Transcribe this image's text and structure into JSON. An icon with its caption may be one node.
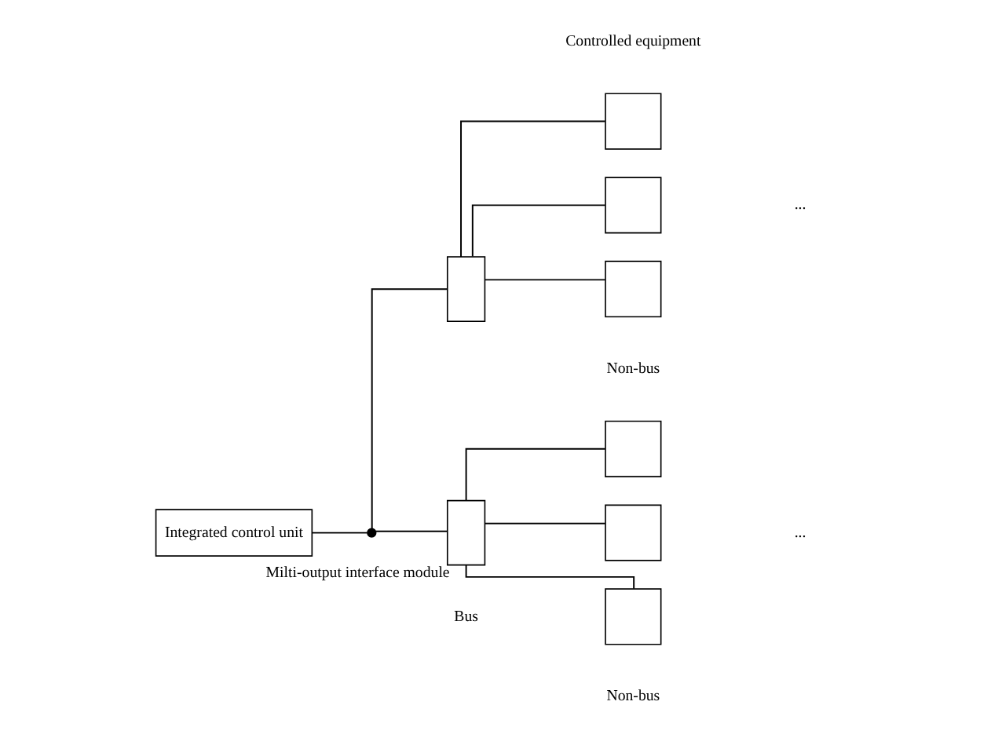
{
  "diagram": {
    "nodes": [
      {
        "text": [],
        "shape": "box"
      },
      {
        "text": [],
        "shape": "box"
      },
      {
        "text": [],
        "shape": "box"
      },
      {
        "text": [],
        "shape": "box"
      },
      {
        "text": [],
        "shape": "box",
        "beside": [
          "Milti-output interface module"
        ]
      },
      {
        "text": [],
        "shape": "box"
      },
      {
        "text": [],
        "shape": "box"
      },
      {
        "text": [],
        "shape": "box"
      },
      {
        "text": [],
        "shape": "circle"
      },
      {
        "text": [
          "Integrated control unit"
        ]
      }
    ],
    "edges": [
      {
        "from": 0,
        "to": 1,
        "arrow": "none"
      },
      {
        "from": 0,
        "to": 2,
        "arrow": "none"
      },
      {
        "from": 0,
        "to": 3,
        "arrow": "none"
      },
      {
        "from": 4,
        "to": 5,
        "arrow": "none"
      },
      {
        "from": 4,
        "to": 6,
        "arrow": "none"
      },
      {
        "from": 4,
        "to": 7,
        "arrow": "none"
      },
      {
        "from": 8,
        "to": 0,
        "arrow": "none"
      },
      {
        "from": 8,
        "to": 4,
        "arrow": "none"
      },
      {
        "from": 9,
        "to": 8,
        "arrow": "none"
      }
    ],
    "labels": [
      "Non-bus",
      "Bus",
      "...",
      "Non-bus",
      "...",
      "Controlled equipment"
    ]
  }
}
